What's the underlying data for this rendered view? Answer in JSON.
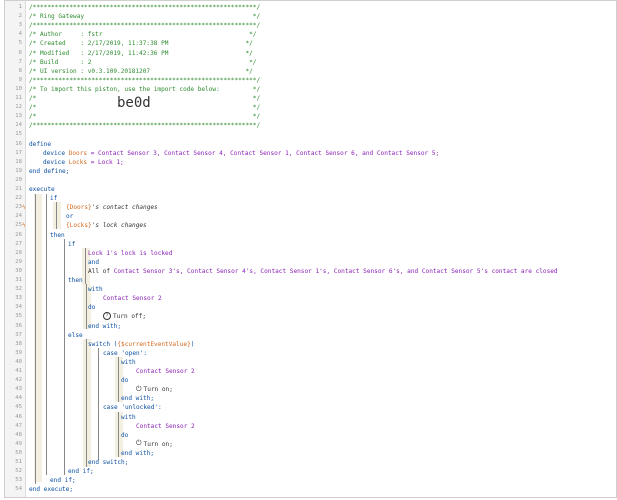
{
  "header": {
    "rule": "/*************************************************************/",
    "name": "/* Ring Gateway                                              */",
    "author": "/* Author     : fstr                                        */",
    "created": "/* Created    : 2/17/2019, 11:37:38 PM                     */",
    "modified": "/* Modified   : 2/17/2019, 11:42:36 PM                     */",
    "build": "/* Build      : 2                                           */",
    "ui_version": "/* UI version : v0.3.109.20181207                          */",
    "import_hint": "/* To import this piston, use the import code below:         */",
    "blank": "/*                                                           */",
    "import_code": "be0d"
  },
  "define": {
    "open": "define",
    "close": "end define;",
    "device_kw": "device",
    "doors_var": "Doors",
    "doors_list": " = Contact Sensor 3, Contact Sensor 4, Contact Sensor 1, Contact Sensor 6, and Contact Sensor 5;",
    "locks_var": "Locks",
    "locks_list": " = Lock 1;"
  },
  "code": {
    "execute": "execute",
    "end_execute": "end execute;",
    "if": "if",
    "end_if": "end if;",
    "then": "then",
    "else": "else",
    "or": "or",
    "and": "and",
    "trigger1_var": "{Doors}",
    "trigger1_rest": "'s contact changes",
    "trigger2_var": "{Locks}",
    "trigger2_rest": "'s lock changes",
    "cond1": "Lock 1's lock is locked",
    "cond2_pre": "All of ",
    "cond2_devices": "Contact Sensor 3's, Contact Sensor 4's, Contact Sensor 1's, Contact Sensor 6's, and Contact Sensor 5's contact are closed",
    "with": "with",
    "end_with": "end with;",
    "do": "do",
    "sensor2": "Contact Sensor 2",
    "turn_off": "Turn off;",
    "turn_on": "Turn on;",
    "switch_open": "switch (",
    "switch_var": "{$currentEventValue}",
    "switch_close": ")",
    "case_open": "case 'open':",
    "case_unlocked": "case 'unlocked':",
    "end_switch": "end switch;"
  },
  "line_numbers": [
    "1",
    "2",
    "3",
    "4",
    "5",
    "6",
    "7",
    "8",
    "9",
    "10",
    "11",
    "12",
    "13",
    "14",
    "15",
    "16",
    "17",
    "18",
    "19",
    "20",
    "21",
    "22",
    "23",
    "24",
    "25",
    "26",
    "27",
    "28",
    "29",
    "30",
    "31",
    "32",
    "33",
    "34",
    "35",
    "36",
    "37",
    "38",
    "39",
    "40",
    "41",
    "42",
    "43",
    "44",
    "45",
    "46",
    "47",
    "48",
    "49",
    "50",
    "51",
    "52",
    "53",
    "54"
  ],
  "icons": {
    "trigger": "lightning-icon",
    "info": "info-icon",
    "power": "power-icon"
  }
}
